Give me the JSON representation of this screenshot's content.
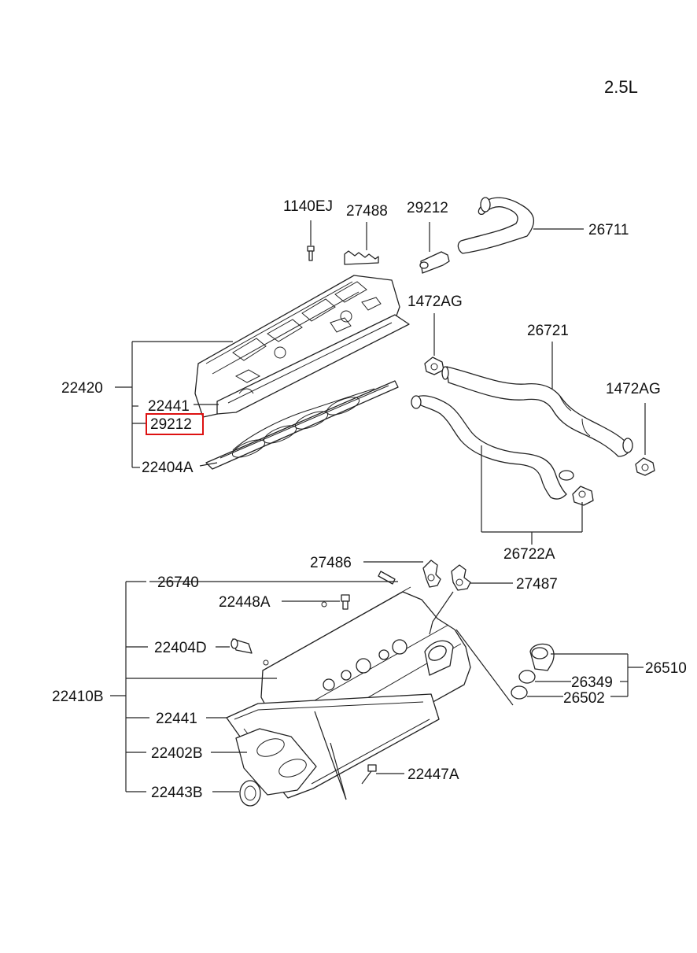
{
  "header": {
    "engine": "2.5L"
  },
  "highlight": {
    "color": "#dd1111"
  },
  "labels": {
    "p1140EJ": "1140EJ",
    "p27488": "27488",
    "p29212_top": "29212",
    "p26711": "26711",
    "p1472AG_a": "1472AG",
    "p26721": "26721",
    "p1472AG_b": "1472AG",
    "p22420": "22420",
    "p22441_a": "22441",
    "p29212_sel": "29212",
    "p22404A": "22404A",
    "p26722A": "26722A",
    "p27486": "27486",
    "p27487": "27487",
    "p26740": "26740",
    "p22448A": "22448A",
    "p22404D": "22404D",
    "p26510": "26510",
    "p26349": "26349",
    "p26502": "26502",
    "p22410B": "22410B",
    "p22441_b": "22441",
    "p22402B": "22402B",
    "p22447A": "22447A",
    "p22443B": "22443B"
  }
}
